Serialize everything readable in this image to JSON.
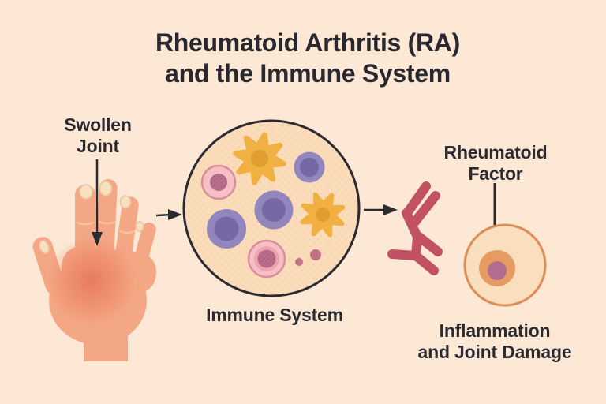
{
  "title": {
    "line1": "Rheumatoid Arthritis (RA)",
    "line2": "and the Immune System"
  },
  "labels": {
    "swollen_joint": {
      "line1": "Swollen",
      "line2": "Joint"
    },
    "immune_system": "Immune System",
    "rheumatoid_factor": {
      "line1": "Rheumatoid",
      "line2": "Factor"
    },
    "inflammation": {
      "line1": "Inflammation",
      "line2": "and Joint Damage"
    }
  },
  "figures": {
    "hand": "swollen-hand-illustration",
    "circle": "immune-system-cells-circle",
    "antibody": "rheumatoid-factor-antibody-icon",
    "cell": "inflamed-cell-illustration"
  },
  "colors": {
    "background": "#fce8d4",
    "text": "#2b2a30",
    "arrow": "#2b2a30",
    "hand_skin": "#f4a785",
    "hand_swelling": "#e8795c",
    "nail": "#f6e0bf",
    "nail_edge": "#e9c49e",
    "crease": "#f8c5a2",
    "circle_fill": "#fbdcba",
    "circle_dot": "#edbd8f",
    "circle_stroke": "#2b2a30",
    "lymph_outer": "#9187bc",
    "lymph_inner": "#7568a5",
    "dendritic": "#f0b042",
    "dendritic_center": "#e09d31",
    "mac_outer": "#f5bfc5",
    "mac_ring": "#d88f99",
    "mac_mid": "#eda4ae",
    "mac_nucleus": "#b96d8c",
    "mac_speckle": "#8f4e66",
    "small_cell": "#c27187",
    "antibody": "#c25263",
    "cell_outer": "#fadfbe",
    "cell_stroke": "#dd8d55",
    "cell_middle": "#e59b62",
    "cell_nucleus": "#b06d90"
  }
}
